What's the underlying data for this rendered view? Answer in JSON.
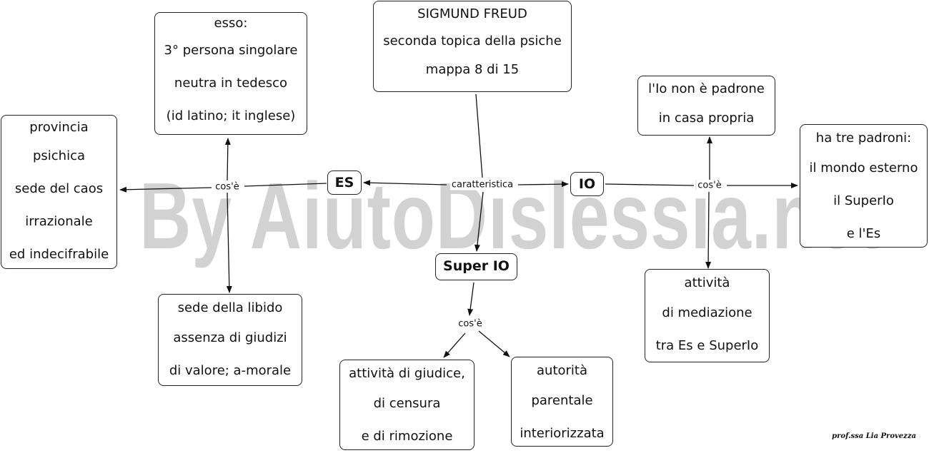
{
  "watermark": "By AiutoDislessia.net",
  "nodes": {
    "title": [
      "SIGMUND  FREUD",
      "seconda topica della psiche",
      "mappa 8 di 15"
    ],
    "esso": [
      "esso:",
      "3° persona singolare",
      "neutra in tedesco",
      "(id latino; it inglese)"
    ],
    "provincia": [
      "provincia",
      "psichica",
      "sede del caos",
      "irrazionale",
      "ed indecifrabile"
    ],
    "es": [
      "ES"
    ],
    "libido": [
      "sede della libido",
      "assenza di giudizi",
      "di valore; a-morale"
    ],
    "superio": [
      "Super IO"
    ],
    "giudice": [
      "attività di giudice,",
      "di censura",
      "e di rimozione"
    ],
    "autorita": [
      "autorità",
      "parentale",
      "interiorizzata"
    ],
    "io": [
      "IO"
    ],
    "padrone": [
      "l'Io non è padrone",
      "in casa propria"
    ],
    "padroni": [
      "ha tre padroni:",
      "il mondo esterno",
      "il SuperIo",
      "e l'Es"
    ],
    "mediazione": [
      "attività",
      "di mediazione",
      "tra Es e SuperIo"
    ]
  },
  "links": {
    "caratteristica": "caratteristica",
    "es_cose": "cos'è",
    "io_cose": "cos'è",
    "superio_cose": "cos'è"
  },
  "signature": "prof.ssa Lia Provezza"
}
